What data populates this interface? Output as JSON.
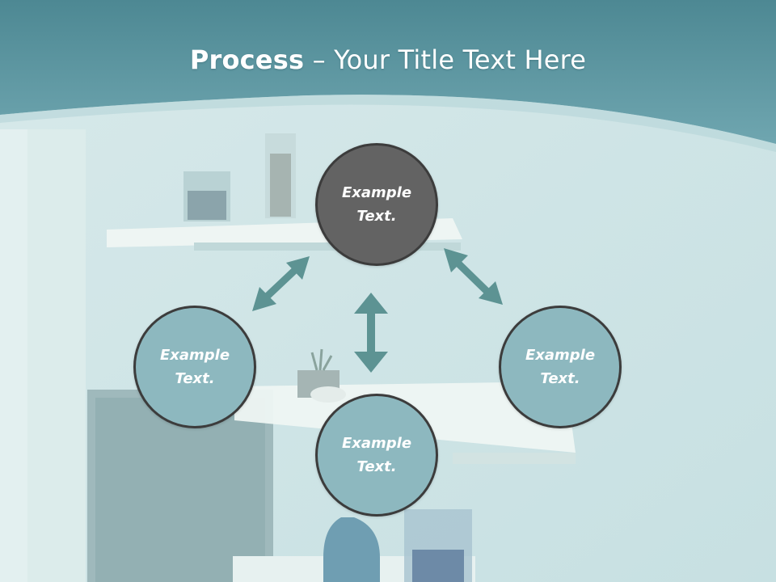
{
  "title": {
    "bold": "Process",
    "rest": " – Your Title Text Here"
  },
  "nodes": {
    "top": "Example\nText.",
    "left": "Example\nText.",
    "right": "Example\nText.",
    "bottom": "Example\nText."
  },
  "colors": {
    "header_band": "#5b959f",
    "node_center": "#636363",
    "node_outer": "#8db8bf",
    "arrow": "#5d9393",
    "node_border": "#3c3c3c"
  }
}
